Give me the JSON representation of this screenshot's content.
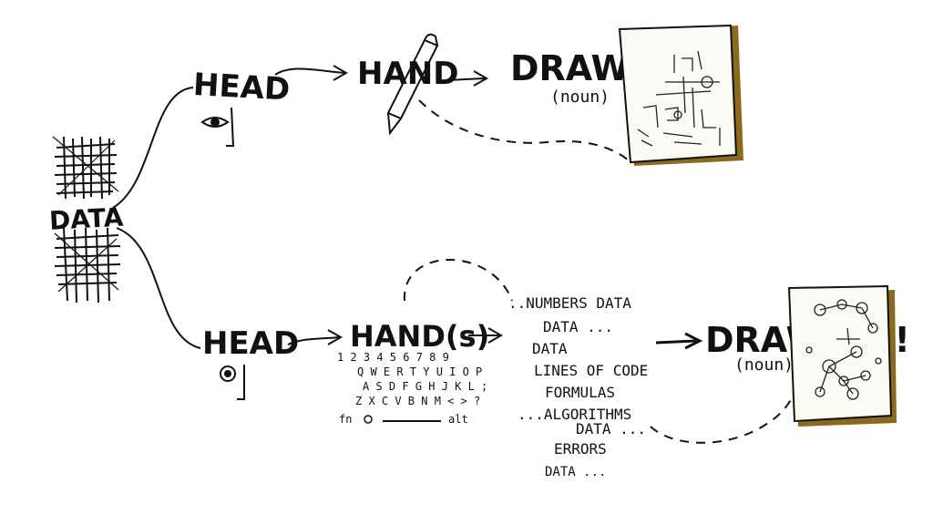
{
  "colors": {
    "ink": "#111111",
    "paper": "#fbfaf4",
    "paper_edge": "#8a6a1c",
    "background": "#ffffff"
  },
  "labels": {
    "data": "DATA",
    "top_head": "HEAD",
    "top_hand": "HAND",
    "top_drawing": "DRAWING!",
    "top_noun": "(noun)",
    "bottom_head": "HEAD",
    "bottom_hand": "HAND(s)",
    "bottom_drawing": "DRAWING!",
    "bottom_noun": "(noun)"
  },
  "keyboard": {
    "rows": [
      "1 2 3 4 5 6 7 8 9",
      "Q W E R T Y U I O P",
      "A S D F G H J K L ;",
      "Z X C V B N M < > ?",
      "fn",
      "alt"
    ]
  },
  "word_list": [
    "..NUMBERS DATA",
    "DATA ...",
    "DATA",
    "LINES OF CODE",
    "FORMULAS",
    "...ALGORITHMS",
    "DATA ...",
    "ERRORS",
    "DATA ..."
  ],
  "icons": [
    "grid-icon",
    "eye-icon",
    "pencil-icon",
    "keyboard-icon",
    "arrow-icon"
  ]
}
